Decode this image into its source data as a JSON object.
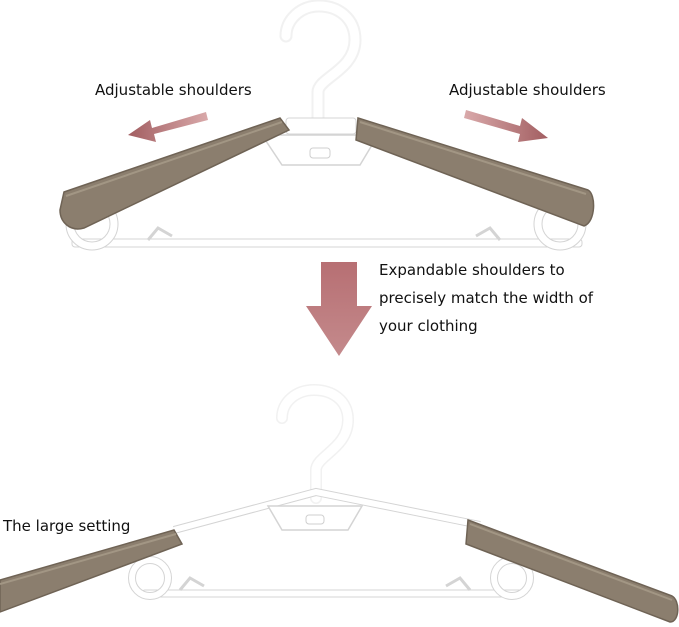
{
  "captions": {
    "adjustable_left": "Adjustable shoulders",
    "adjustable_right": "Adjustable shoulders",
    "expandable_lines": [
      "Expandable shoulders to",
      "precisely match the width of",
      "your clothing"
    ],
    "large_setting": "The large setting"
  },
  "colors": {
    "shoulder_pad": "#8b7e6e",
    "shoulder_pad_edge": "#6f6355",
    "hanger_body": "#ffffff",
    "hanger_outline": "#d9d9d9",
    "arrow": "#b9797b"
  },
  "icons": {
    "expand_arrow": "arrow-down-icon",
    "direction_arrows": [
      "arrow-up-left-icon",
      "arrow-down-right-icon"
    ]
  }
}
